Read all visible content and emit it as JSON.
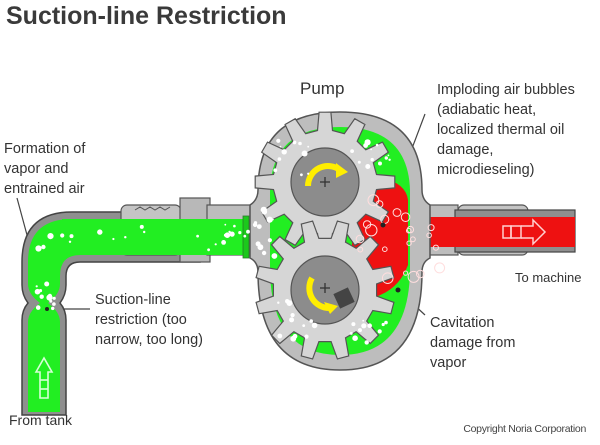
{
  "title": "Suction-line Restriction",
  "labels": {
    "pump": "Pump",
    "imploding": "Imploding air bubbles\n(adiabatic heat,\nlocalized thermal oil\ndamage,\nmicrodieseling)",
    "formation": "Formation of\nvapor and\nentrained air",
    "restriction": "Suction-line\nrestriction (too\nnarrow, too long)",
    "cavitation": "Cavitation\ndamage from\nvapor",
    "to_machine": "To machine",
    "from_tank": "From tank"
  },
  "copyright": "Copyright Noria Corporation",
  "colors": {
    "inlet_fluid": "#22ee22",
    "outlet_fluid": "#ee1111",
    "housing": "#bdbdbd",
    "gear": "#d6d6d6",
    "shaft": "#8c8c8c",
    "rotation_arrow": "#ffee00",
    "outline": "#555555"
  },
  "icons": {
    "inlet_flow": "up-arrow-icon",
    "outlet_flow": "right-arrow-icon",
    "rotation": "curved-arrow-icon",
    "shaft": "plus-icon"
  }
}
